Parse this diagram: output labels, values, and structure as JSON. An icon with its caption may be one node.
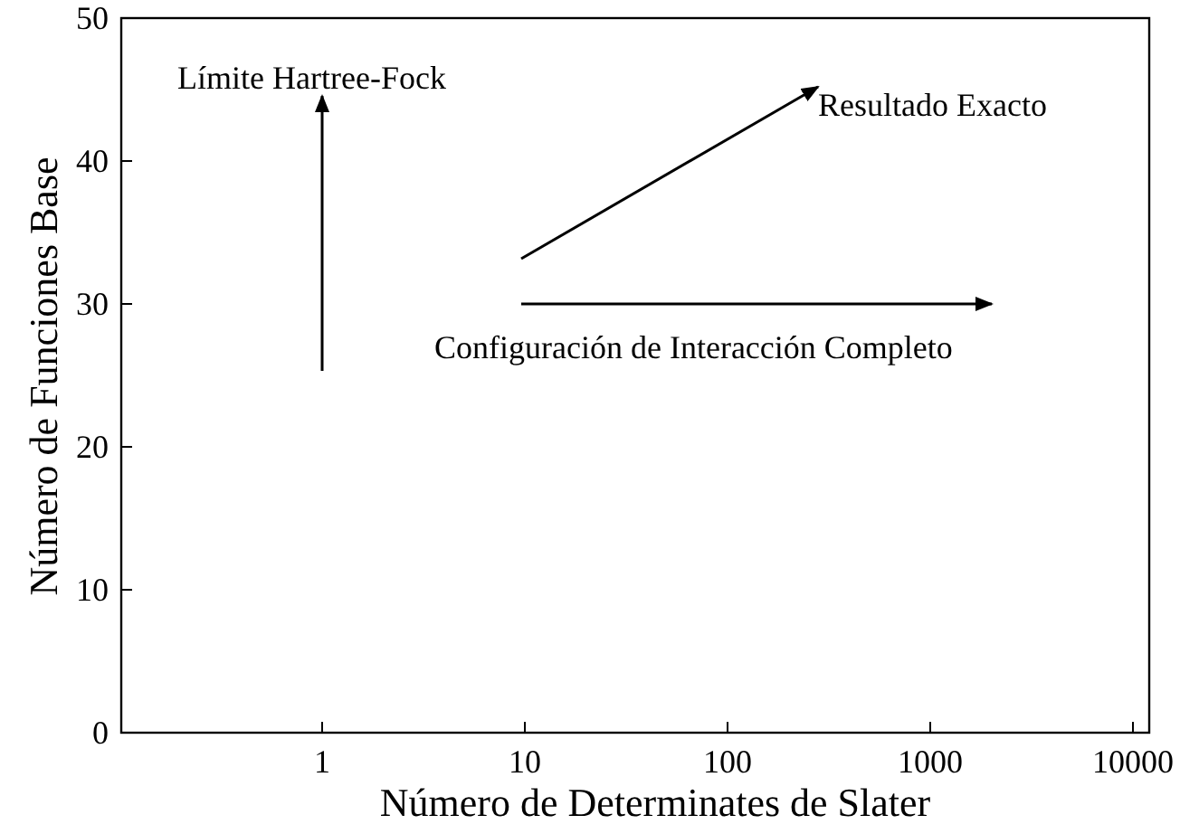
{
  "diagram": {
    "nodes": [
      {
        "text": [
          "Límite Hartree-Fock"
        ]
      },
      {
        "text": [
          "Resultado Exacto"
        ]
      }
    ],
    "edges": [
      {
        "from": null,
        "to": 0,
        "arrow": "to"
      },
      {
        "from": null,
        "to": 1,
        "arrow": "to"
      }
    ],
    "labels": [
      "50",
      "40",
      "30",
      "20",
      "10",
      "0",
      "1",
      "10",
      "100",
      "1000",
      "10000",
      "Configuración de Interacción Completo",
      "Número de Funciones Base",
      "Número de Determinates de Slater"
    ]
  }
}
